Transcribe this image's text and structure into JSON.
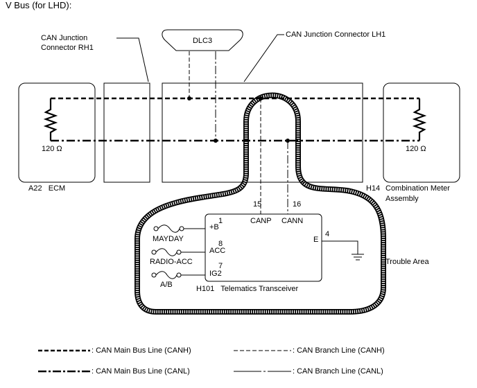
{
  "title": "V Bus (for LHD):",
  "labels": {
    "can_junction_rh1_line1": "CAN Junction",
    "can_junction_rh1_line2": "Connector RH1",
    "dlc3": "DLC3",
    "can_junction_lh1": "CAN Junction Connector LH1",
    "ecm_resistance": "120 Ω",
    "meter_resistance": "120 Ω",
    "ecm_name": "A22   ECM",
    "meter_code": "H14",
    "meter_name_line1": "Combination Meter",
    "meter_name_line2": "Assembly",
    "trouble_area": "Trouble Area",
    "transceiver": "H101   Telematics Transceiver"
  },
  "pins": {
    "canp_num": "15",
    "cann_num": "16",
    "canp": "CANP",
    "cann": "CANN",
    "plus_b_num": "1",
    "plus_b": "+B",
    "acc_num": "8",
    "acc": "ACC",
    "ig2_num": "7",
    "ig2": "IG2",
    "e_num": "4",
    "e": "E"
  },
  "fuses": {
    "mayday": "MAYDAY",
    "radio_acc": "RADIO-ACC",
    "ab": "A/B"
  },
  "legend": {
    "main_canh": ": CAN Main Bus Line (CANH)",
    "branch_canh": ": CAN Branch Line (CANH)",
    "main_canl": ": CAN Main Bus Line (CANL)",
    "branch_canl": ": CAN Branch Line (CANL)"
  }
}
